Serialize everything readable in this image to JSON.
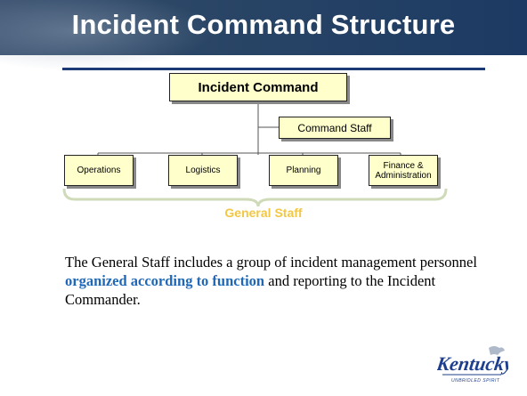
{
  "title": "Incident Command Structure",
  "org_chart": {
    "top": "Incident Command",
    "staff": "Command Staff",
    "sections": [
      "Operations",
      "Logistics",
      "Planning",
      "Finance & Administration"
    ],
    "general_staff_label": "General Staff"
  },
  "description": {
    "before": "The General Staff includes a group of incident management personnel ",
    "highlight": "organized according to function",
    "after": " and reporting to the Incident Commander."
  },
  "logo": {
    "wordmark": "Kentucky",
    "tagline": "UNBRIDLED SPIRIT"
  },
  "colors": {
    "title_bar": "#1c3a63",
    "box_fill": "#ffffcc",
    "general_staff": "#f2c744",
    "highlight": "#1f68b8"
  }
}
